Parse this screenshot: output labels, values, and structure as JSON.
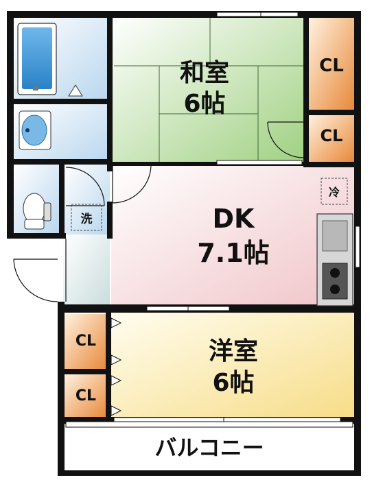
{
  "rooms": {
    "washitsu": {
      "name": "和室",
      "size": "6帖"
    },
    "dk": {
      "name": "DK",
      "size": "7.1帖"
    },
    "youshitsu": {
      "name": "洋室",
      "size": "6帖"
    },
    "balcony": {
      "name": "バルコニー"
    }
  },
  "closets": {
    "cl1": "CL",
    "cl2": "CL",
    "cl3": "CL",
    "cl4": "CL"
  },
  "fixtures": {
    "washer": "洗",
    "fridge": "冷"
  },
  "colors": {
    "wall": "#111111",
    "tatami": "#a8d48c",
    "dk": "#f2c9cc",
    "youshitsu": "#f8e7a0",
    "closet": "#e8954a",
    "wet_area": "#cfe3f3"
  }
}
